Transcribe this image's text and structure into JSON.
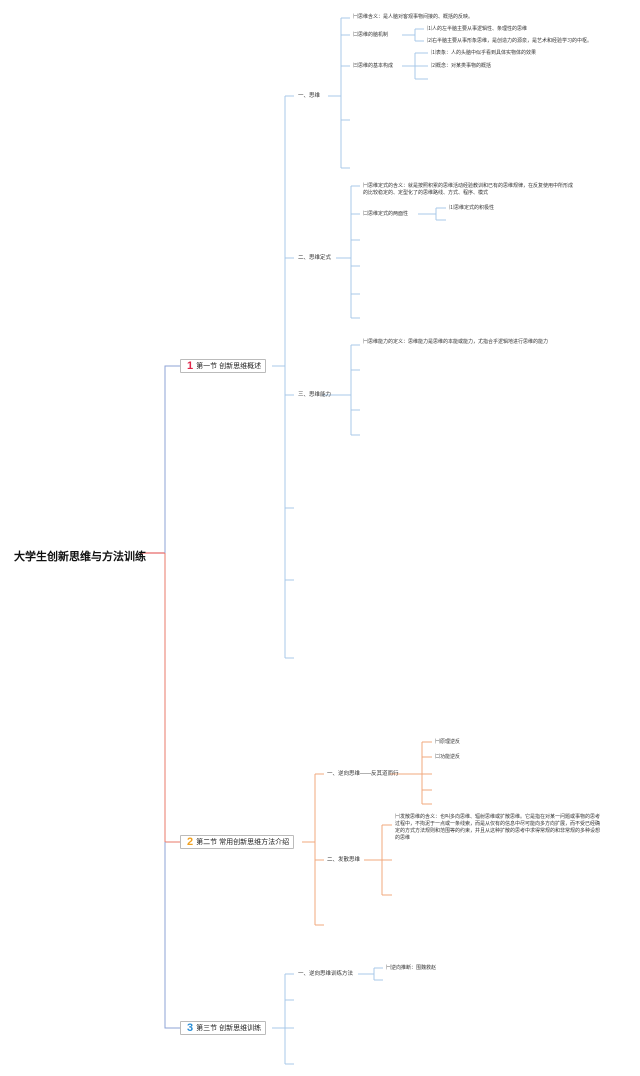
{
  "root": "大学生创新思维与方法训练",
  "sections": [
    {
      "num": "1",
      "num_color": "#e0264a",
      "title": "第一节 创新思维概述",
      "subs": [
        {
          "title": "一、思维",
          "items": [
            "㈠思维含义：是人脑对客观事物间接的、概括的反映。",
            "㈡思维的脑机制",
            "㈢思维的基本构成"
          ],
          "details": [
            "⑴人的左半脑主要从事逻辑性、条理性的思维",
            "⑵右半脑主要从事形象思维，是创造力的源泉，是艺术和经验学习的中枢。",
            "⑴表象：人的头脑中似乎看到具体实物体的效果",
            "⑵概念：对某类事物的概括"
          ]
        },
        {
          "title": "二、思维定式",
          "items": [
            "㈠思维定式的含义：就是按照积累的思维活动经验教训和已有的思维规律，在反复使用中所形成的比较稳定的、定型化了的思维路线、方式、程序、模式",
            "㈡思维定式的两面性"
          ],
          "details": [
            "⑴思维定式的积极性"
          ]
        },
        {
          "title": "三、思维能力",
          "items": [
            "㈠思维能力的定义：思维能力是思维的本能或能力，尤指合乎逻辑地进行思维的能力"
          ]
        }
      ]
    },
    {
      "num": "2",
      "num_color": "#f0a020",
      "title": "第二节 常用创新思维方法介绍",
      "subs": [
        {
          "title": "一、逆向思维——反其道而行",
          "items": [
            "㈠原理逆反",
            "㈡功能逆反"
          ]
        },
        {
          "title": "二、发散思维",
          "items": [
            "㈠发散思维的含义：也叫多向思维、辐射思维或扩散思维。它是指在对某一问题或事物的思考过程中，不拘泥于一点或一条线索，而是从仅有的信息中尽可能向多方向扩展，而不受已经确定的方式方法规则和范围等的约束，并且从这种扩散的思考中求得常规的和非常规的多种设想的思维"
          ]
        }
      ]
    },
    {
      "num": "3",
      "num_color": "#2a8fd8",
      "title": "第三节 创新思维训练",
      "subs": [
        {
          "title": "一、逆向思维训练方法",
          "items": [
            "㈠逆向推断：围魏救赵"
          ]
        }
      ]
    }
  ]
}
